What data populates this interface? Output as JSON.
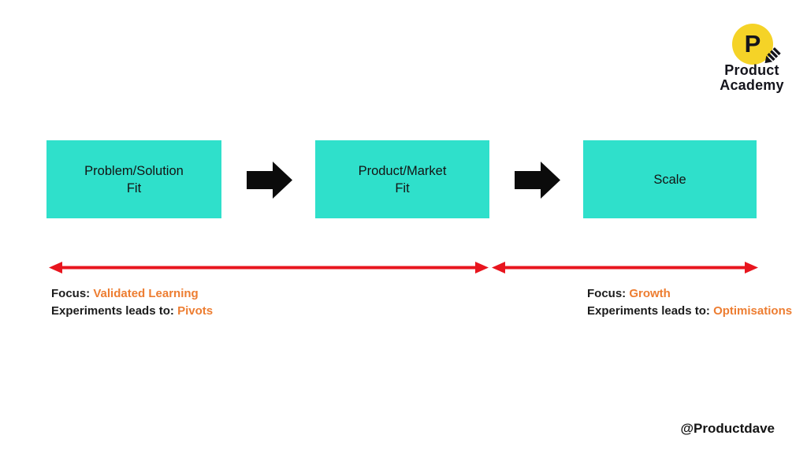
{
  "logo": {
    "monogram": "P",
    "name_line1": "Product",
    "name_line2": "Academy",
    "badge_icon": "pencil-icon"
  },
  "stages": [
    {
      "line1": "Problem/Solution",
      "line2": "Fit"
    },
    {
      "line1": "Product/Market",
      "line2": "Fit"
    },
    {
      "line1": "Scale"
    }
  ],
  "connectors": {
    "stage_connector_icon": "arrow-right-icon",
    "phase_span_icon": "double-headed-arrow-icon"
  },
  "phases": [
    {
      "focus_label": "Focus:",
      "focus_value": "Validated Learning",
      "experiments_label": "Experiments leads to:",
      "experiments_value": "Pivots"
    },
    {
      "focus_label": "Focus:",
      "focus_value": "Growth",
      "experiments_label": "Experiments leads to:",
      "experiments_value": "Optimisations"
    }
  ],
  "footer": {
    "handle": "@Productdave"
  },
  "colors": {
    "box_teal": "#2fe0cb",
    "arrow_red": "#e8151e",
    "arrow_black": "#0b0b0b",
    "accent_orange": "#ed7d31",
    "logo_yellow": "#f5d327"
  }
}
